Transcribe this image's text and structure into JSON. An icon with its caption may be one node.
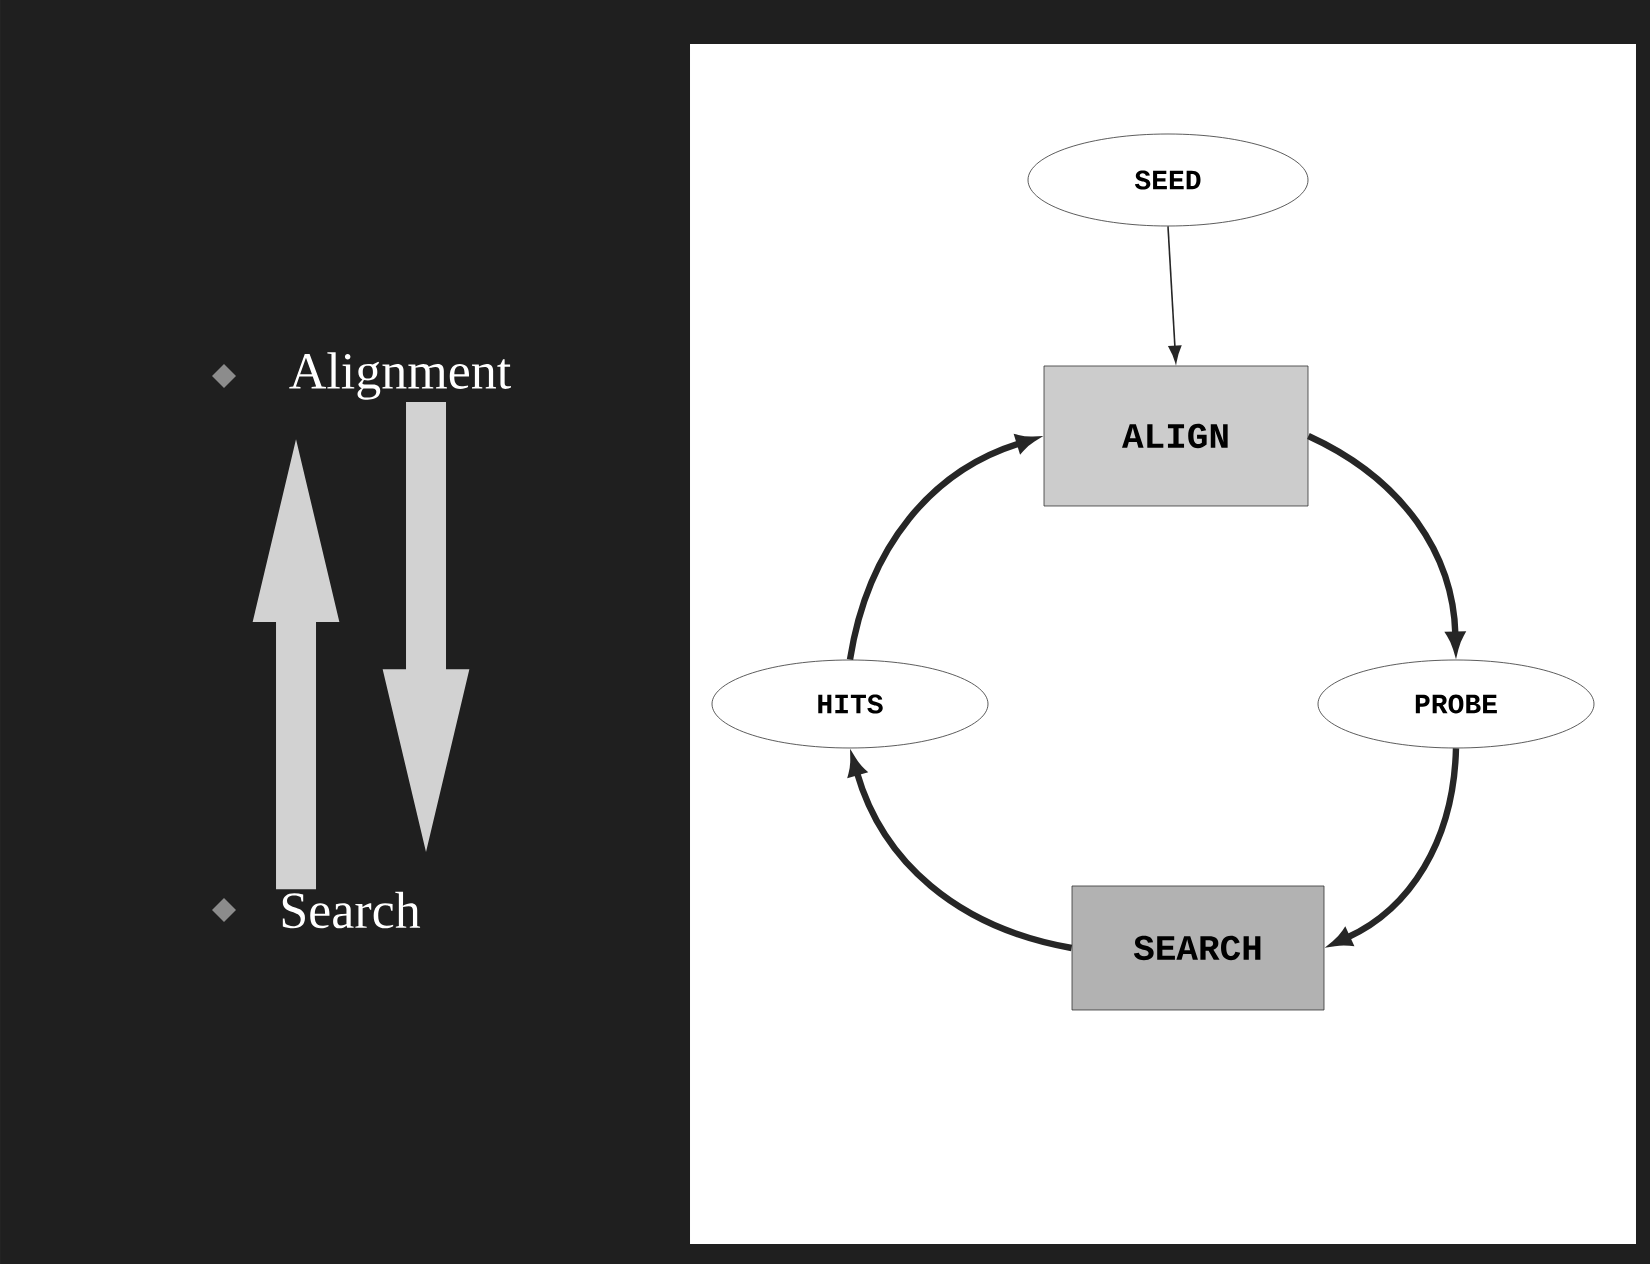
{
  "diagram": {
    "nodes": [
      {
        "text": [
          "Alignment"
        ]
      },
      {
        "text": [
          "Search"
        ]
      },
      {
        "text": [
          "SEED"
        ]
      },
      {
        "text": [
          "ALIGN"
        ]
      },
      {
        "text": [
          "HITS"
        ]
      },
      {
        "text": [
          "PROBE"
        ]
      },
      {
        "text": [
          "SEARCH"
        ]
      }
    ],
    "edges": [
      {
        "from": 1,
        "to": 0,
        "arrow": "to",
        "style": "thick",
        "color": "#d2d2d2"
      },
      {
        "from": 0,
        "to": 1,
        "arrow": "to",
        "style": "thick",
        "color": "#d2d2d2"
      },
      {
        "from": 2,
        "to": 3,
        "arrow": "to"
      },
      {
        "from": 3,
        "to": 5,
        "arrow": "to"
      },
      {
        "from": 5,
        "to": 6,
        "arrow": "to"
      },
      {
        "from": 6,
        "to": 4,
        "arrow": "to"
      },
      {
        "from": 4,
        "to": 3,
        "arrow": "to"
      }
    ]
  }
}
